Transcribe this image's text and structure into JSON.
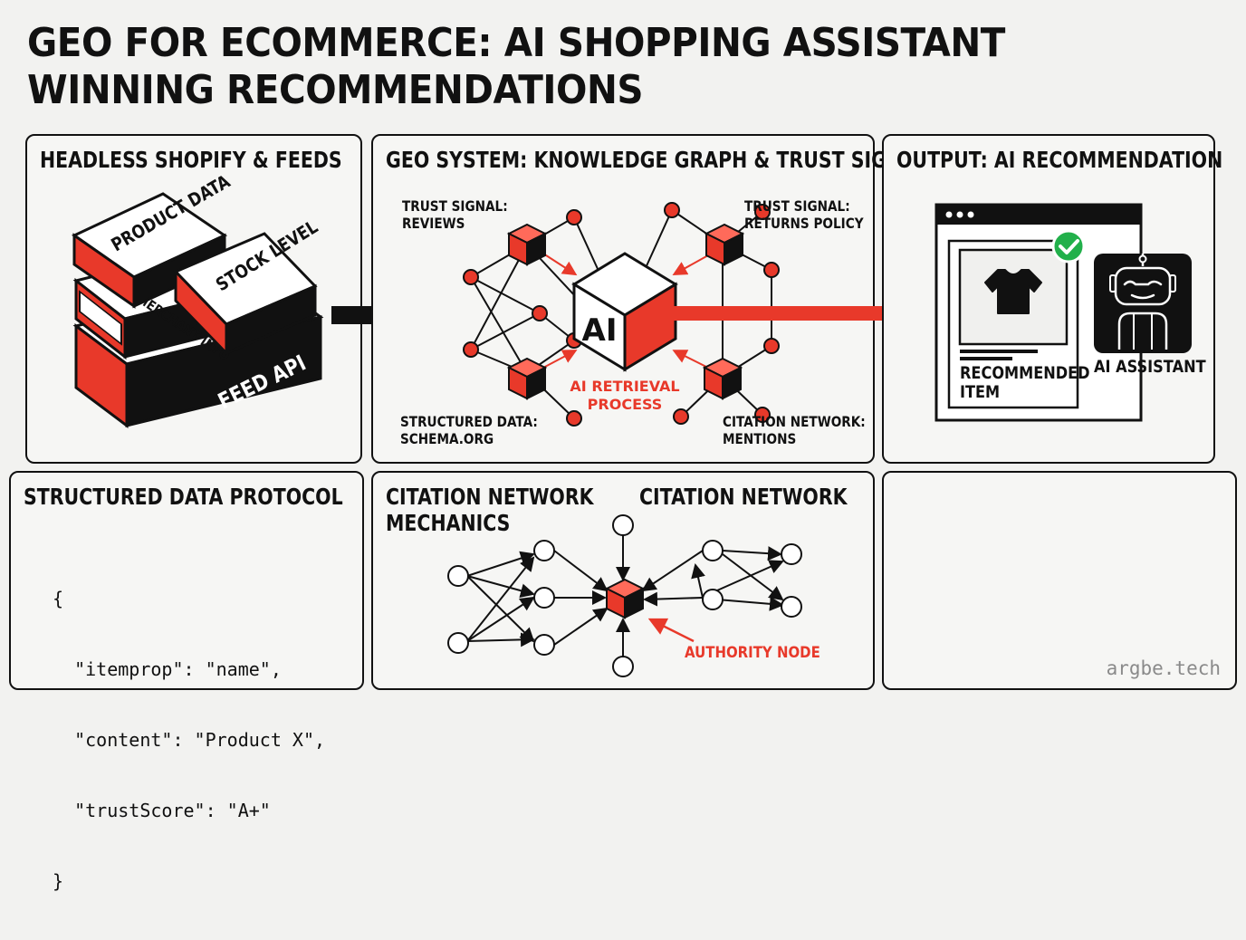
{
  "title": {
    "line1": "GEO FOR ECOMMERCE: AI SHOPPING ASSISTANT",
    "line2": "WINNING RECOMMENDATIONS"
  },
  "panels": {
    "shopify": {
      "title": "HEADLESS SHOPIFY & FEEDS",
      "blocks": {
        "product_data": "PRODUCT DATA",
        "stock_level": "STOCK LEVEL",
        "merchant_info": "MERCHANT INFO",
        "feed_api": "FEED API"
      }
    },
    "geo_system": {
      "title": "GEO SYSTEM: KNOWLEDGE GRAPH & TRUST SIGNALS",
      "reviews_label": {
        "line1": "TRUST SIGNAL:",
        "line2": "REVIEWS"
      },
      "returns_label": {
        "line1": "TRUST SIGNAL:",
        "line2": "RETURNS POLICY"
      },
      "schema_label": {
        "line1": "STRUCTURED DATA:",
        "line2": "SCHEMA.ORG"
      },
      "citation_label": {
        "line1": "CITATION NETWORK:",
        "line2": "MENTIONS"
      },
      "ai_cube_label": "AI",
      "process_label": {
        "line1": "AI RETRIEVAL",
        "line2": "PROCESS"
      }
    },
    "output": {
      "title": "OUTPUT: AI RECOMMENDATION",
      "item_label": {
        "line1": "RECOMMENDED",
        "line2": "ITEM"
      },
      "assistant_label": "AI ASSISTANT"
    },
    "structured": {
      "title": "STRUCTURED DATA PROTOCOL",
      "code": [
        "{",
        "  \"itemprop\": \"name\",",
        "  \"content\": \"Product X\",",
        "  \"trustScore\": \"A+\"",
        "}"
      ]
    },
    "citation": {
      "title": {
        "line1": "CITATION NETWORK",
        "line2": "MECHANICS"
      },
      "diagram_title": "CITATION NETWORK",
      "authority_label": "AUTHORITY NODE"
    }
  },
  "watermark": "argbe.tech",
  "colors": {
    "accent": "#e8392a",
    "ink": "#111111",
    "background": "#f2f2f0",
    "check": "#22b04b"
  }
}
